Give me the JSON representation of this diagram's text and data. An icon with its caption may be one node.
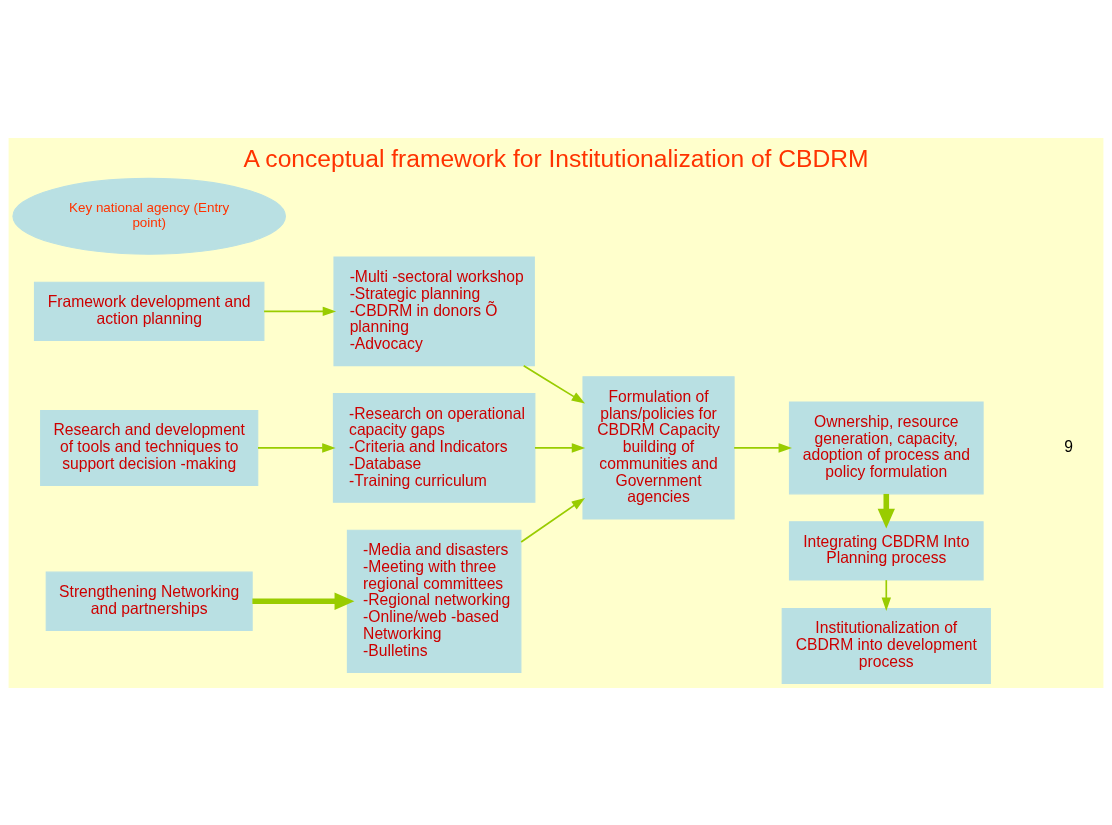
{
  "diagram": {
    "title": "A conceptual framework for Institutionalization of CBDRM",
    "nodes": [
      {
        "text": [
          "Key national agency (Entry point)"
        ]
      },
      {
        "text": [
          "Framework development and action planning"
        ]
      },
      {
        "text": [
          "-Multi -sectoral workshop",
          "-Strategic planning",
          "-CBDRM in donors Õ planning",
          "-Advocacy"
        ]
      },
      {
        "text": [
          "Research and development of tools and techniques to support decision -making"
        ]
      },
      {
        "text": [
          "-Research on operational capacity gaps",
          "-Criteria and Indicators",
          "-Database",
          "-Training curriculum"
        ]
      },
      {
        "text": [
          "Strengthening Networking and partnerships"
        ]
      },
      {
        "text": [
          "-Media and disasters",
          "-Meeting with three regional committees",
          "-Regional networking",
          "-Online/web -based Networking",
          "-Bulletins"
        ]
      },
      {
        "text": [
          "Formulation of plans/policies for CBDRM Capacity building of communities and Government agencies"
        ]
      },
      {
        "text": [
          "Institutionalization of CBDRM into development process"
        ]
      },
      {
        "text": [
          "Integrating CBDRM Into Planning process"
        ]
      },
      {
        "text": [
          "Ownership, resource generation, capacity, adoption of process and policy formulation"
        ]
      }
    ],
    "edges": [
      {
        "from": 1,
        "to": 2,
        "arrow": "to"
      },
      {
        "from": 3,
        "to": 4,
        "arrow": "to"
      },
      {
        "from": 5,
        "to": 6,
        "arrow": "to",
        "style": "thick"
      },
      {
        "from": 2,
        "to": 7,
        "arrow": "to"
      },
      {
        "from": 4,
        "to": 7,
        "arrow": "to"
      },
      {
        "from": 6,
        "to": 7,
        "arrow": "to"
      },
      {
        "from": 7,
        "to": 10,
        "arrow": "to"
      },
      {
        "from": 10,
        "to": 9,
        "arrow": "to",
        "style": "thick"
      },
      {
        "from": 9,
        "to": 8,
        "arrow": "to"
      }
    ],
    "labels": [
      "9"
    ]
  }
}
